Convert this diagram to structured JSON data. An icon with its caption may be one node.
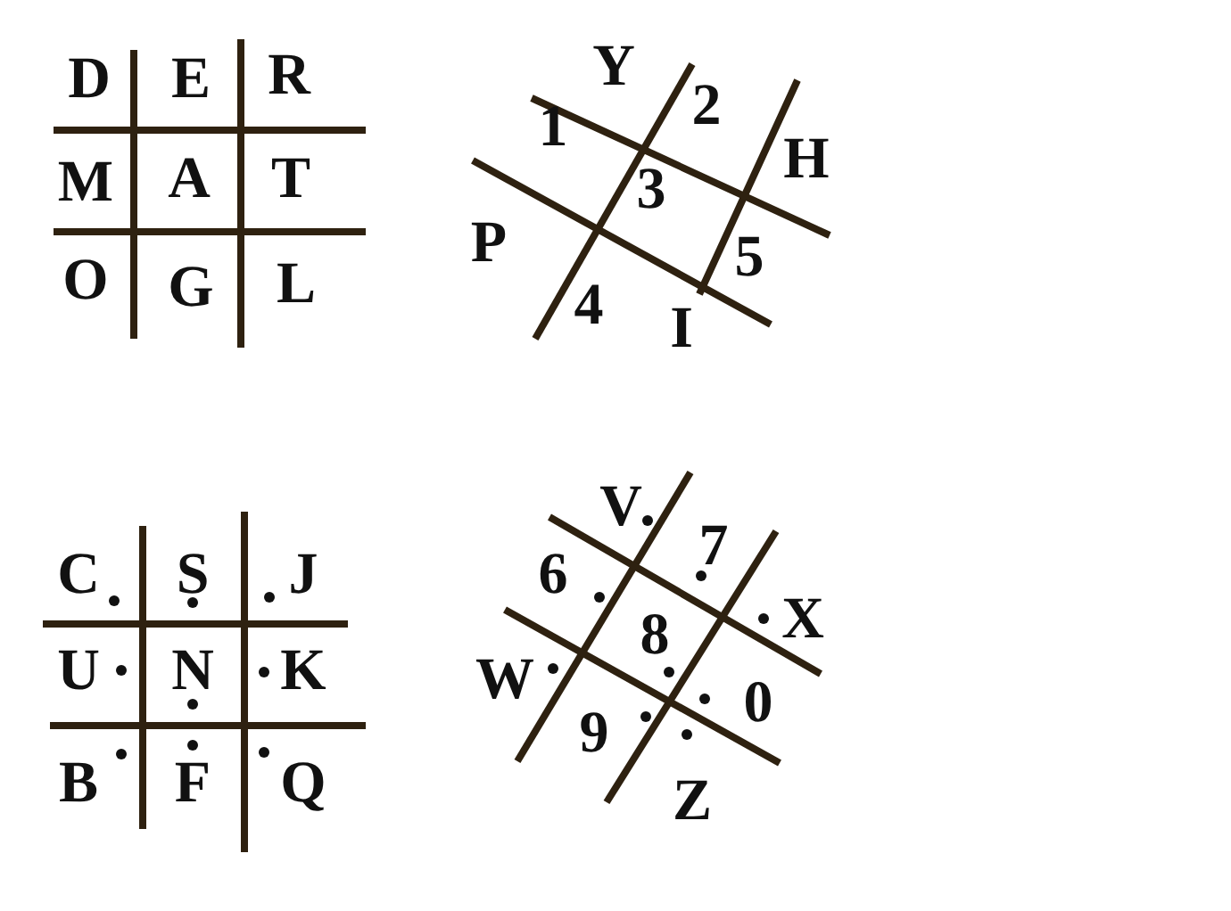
{
  "diagram": {
    "labels": [
      "D",
      "E",
      "R",
      "M",
      "A",
      "T",
      "O",
      "G",
      "L",
      "Y",
      "1",
      "2",
      "H",
      "3",
      "P",
      "5",
      "4",
      "I",
      "C",
      "S",
      "J",
      "U",
      "N",
      "K",
      "B",
      "F",
      "Q",
      "V",
      "7",
      "6",
      "X",
      "8",
      "W",
      "0",
      "9",
      "Z"
    ]
  }
}
